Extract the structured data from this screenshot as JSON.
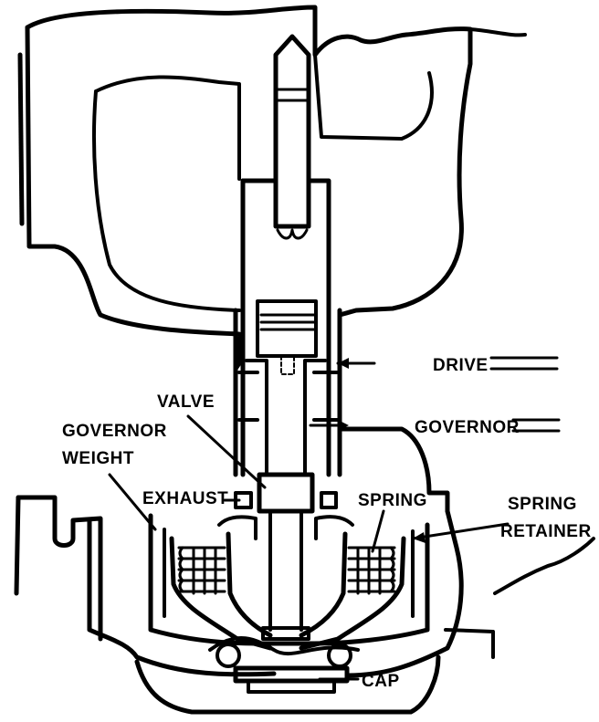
{
  "labels": {
    "drive": "DRIVE",
    "governor": "GOVERNOR",
    "valve": "VALVE",
    "governor_weight_line1": "GOVERNOR",
    "governor_weight_line2": "WEIGHT",
    "exhaust": "EXHAUST",
    "spring": "SPRING",
    "spring_retainer_line1": "SPRING",
    "spring_retainer_line2": "RETAINER",
    "cap": "CAP"
  },
  "colors": {
    "ink": "#000000",
    "paper": "#ffffff"
  }
}
